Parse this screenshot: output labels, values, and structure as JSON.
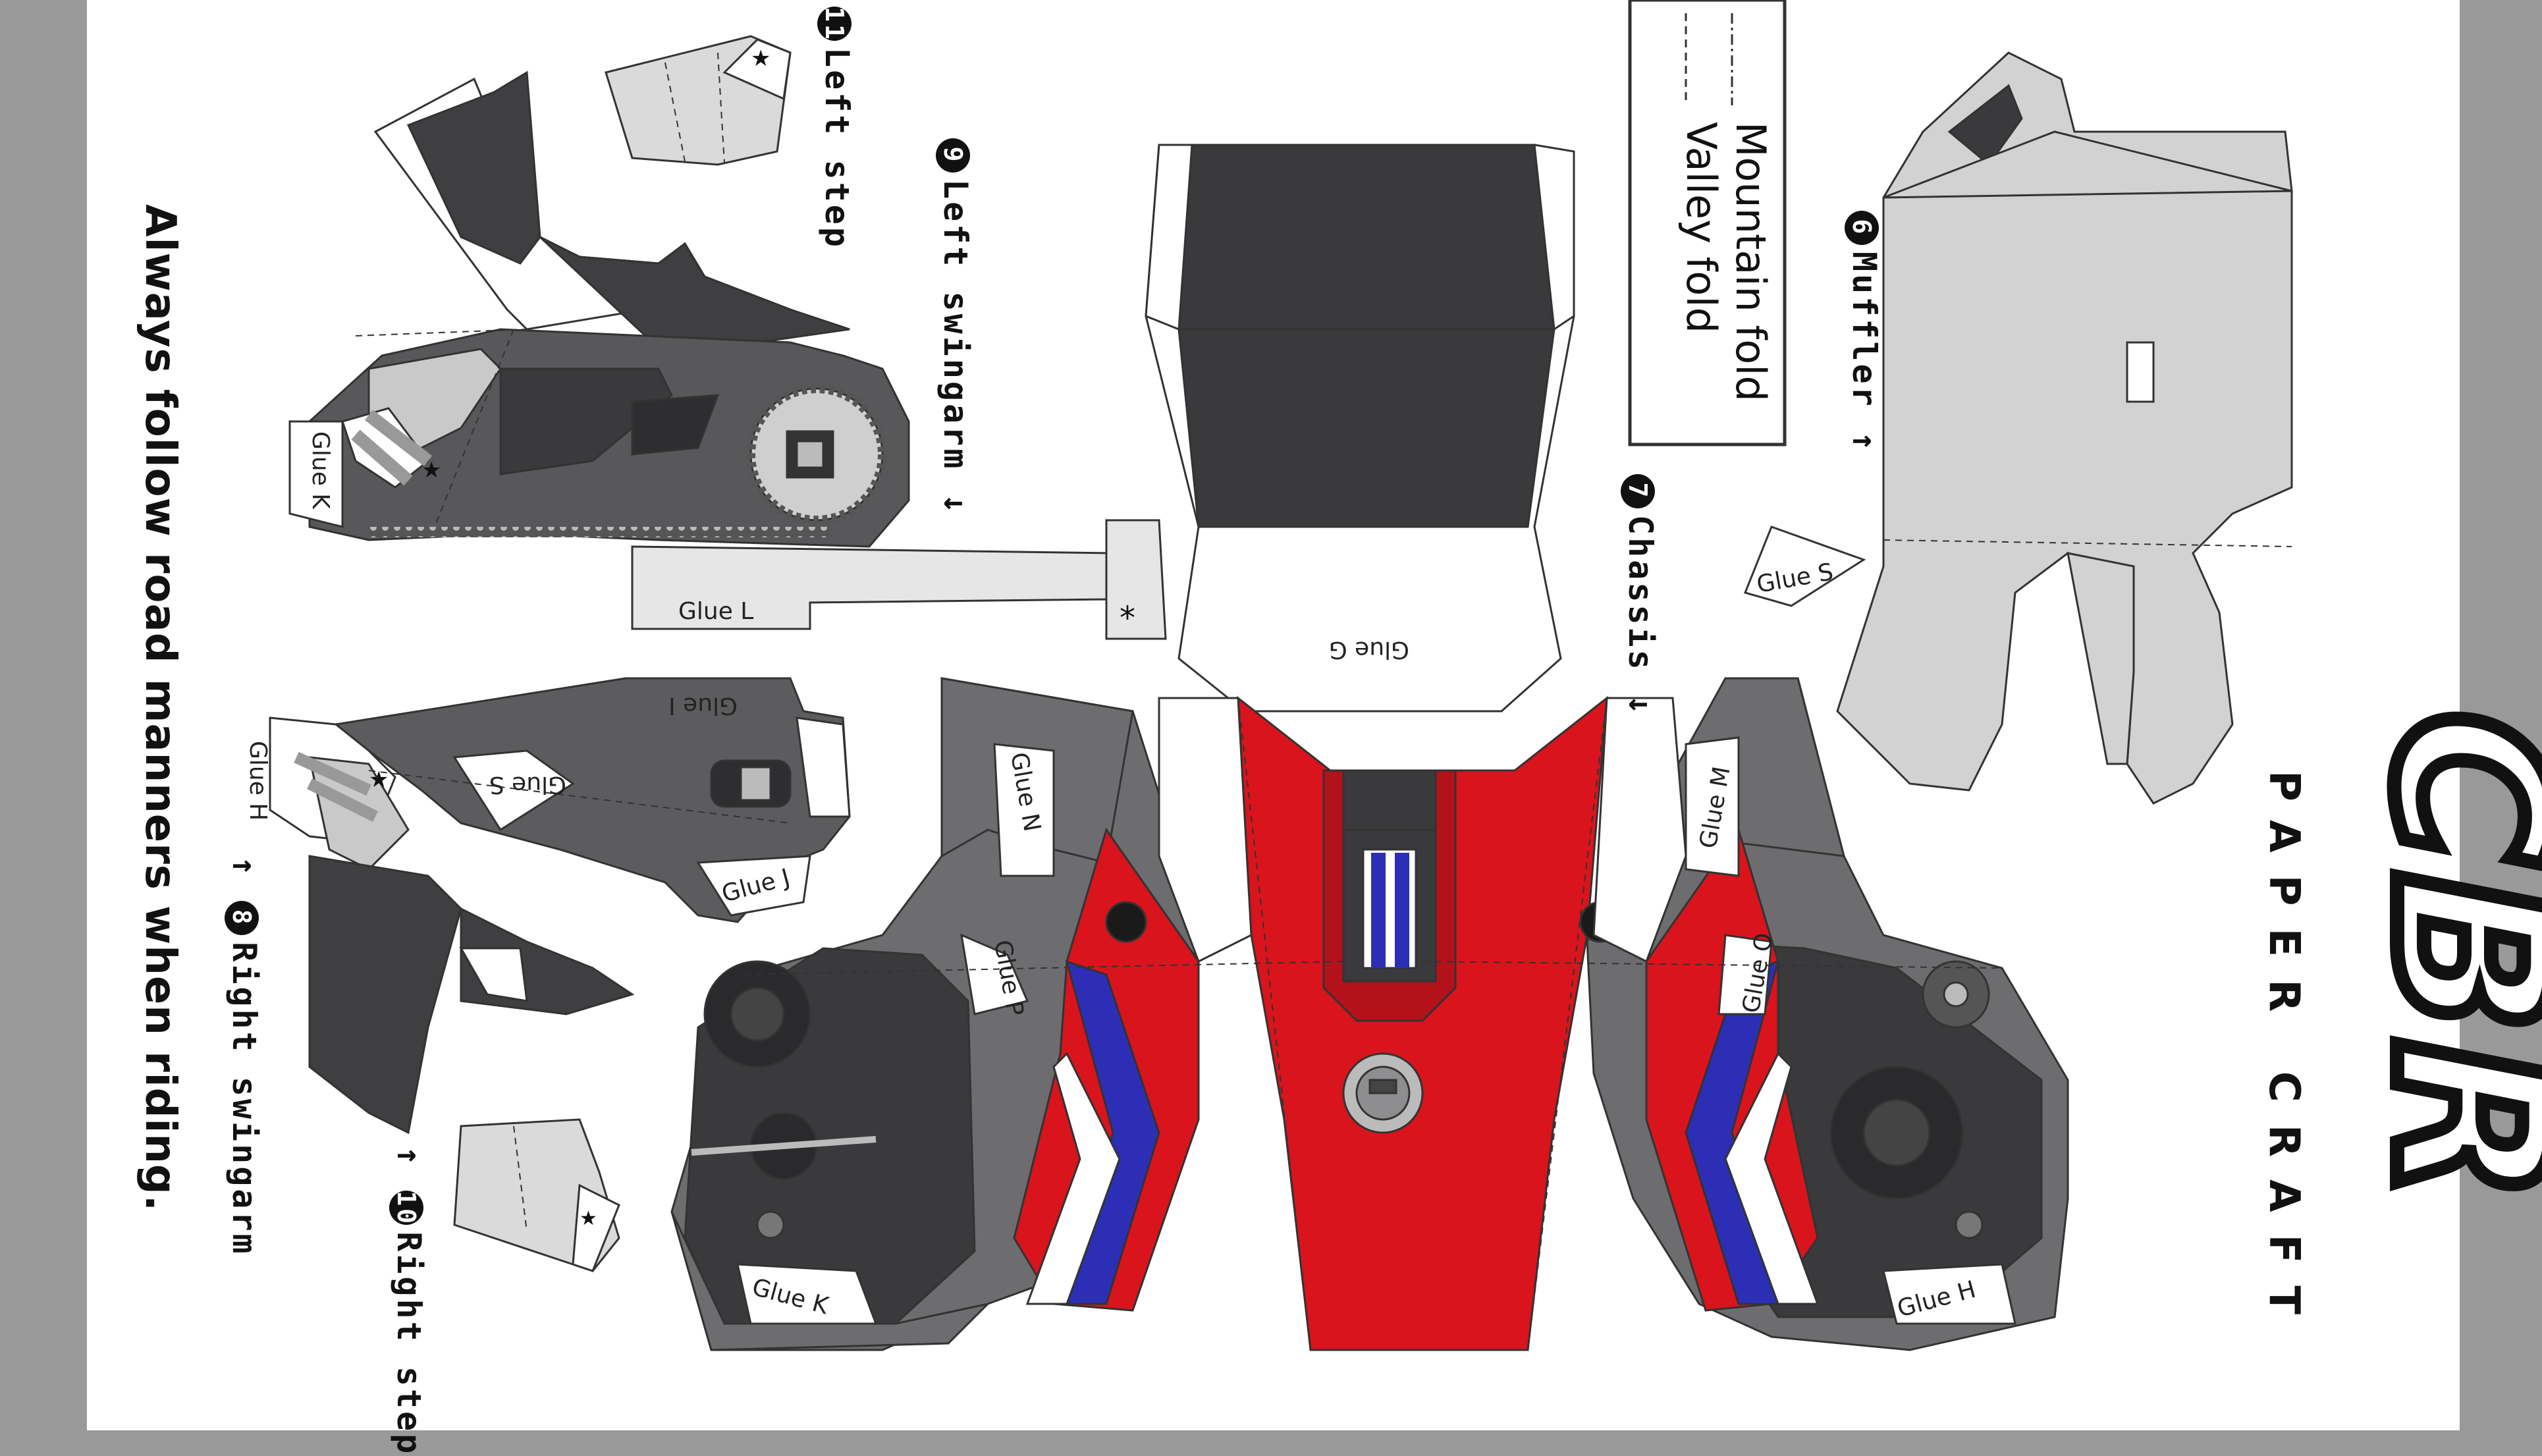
{
  "parts": {
    "left_step": "Left step",
    "left_swingarm": "Left swingarm",
    "right_swingarm": "Right swingarm",
    "right_step": "Right step",
    "muffler": "Muffler",
    "chassis": "Chassis"
  },
  "part_numbers": {
    "left_step": "11",
    "left_swingarm": "9",
    "right_swingarm": "8",
    "right_step": "10",
    "muffler": "6",
    "chassis": "7"
  },
  "arrows": {
    "down": "↓",
    "up": "↑"
  },
  "manners_text": "Always follow road manners when riding.",
  "legend": {
    "mountain": "Mountain fold",
    "valley": "Valley fold"
  },
  "brand": {
    "logo_text": "CBR",
    "subtitle": "PAPER CRAFT"
  },
  "glue": {
    "g": "Glue G",
    "l": "Glue L",
    "k_small": "Glue K",
    "k_tank": "Glue K",
    "i": "Glue I",
    "s_swing": "Glue S",
    "s_muffler": "Glue S",
    "h_swing": "Glue H",
    "h_tank": "Glue H",
    "j": "Glue J",
    "n": "Glue N",
    "p": "Glue P",
    "m": "Glue M",
    "o": "Glue O"
  },
  "symbols": {
    "star": "★",
    "asterisk": "*"
  },
  "colors": {
    "red": "#d9141c",
    "blue": "#2c2fb5",
    "dark": "#3a3a3c",
    "mid": "#6d6d70",
    "light": "#cfcfd0"
  }
}
